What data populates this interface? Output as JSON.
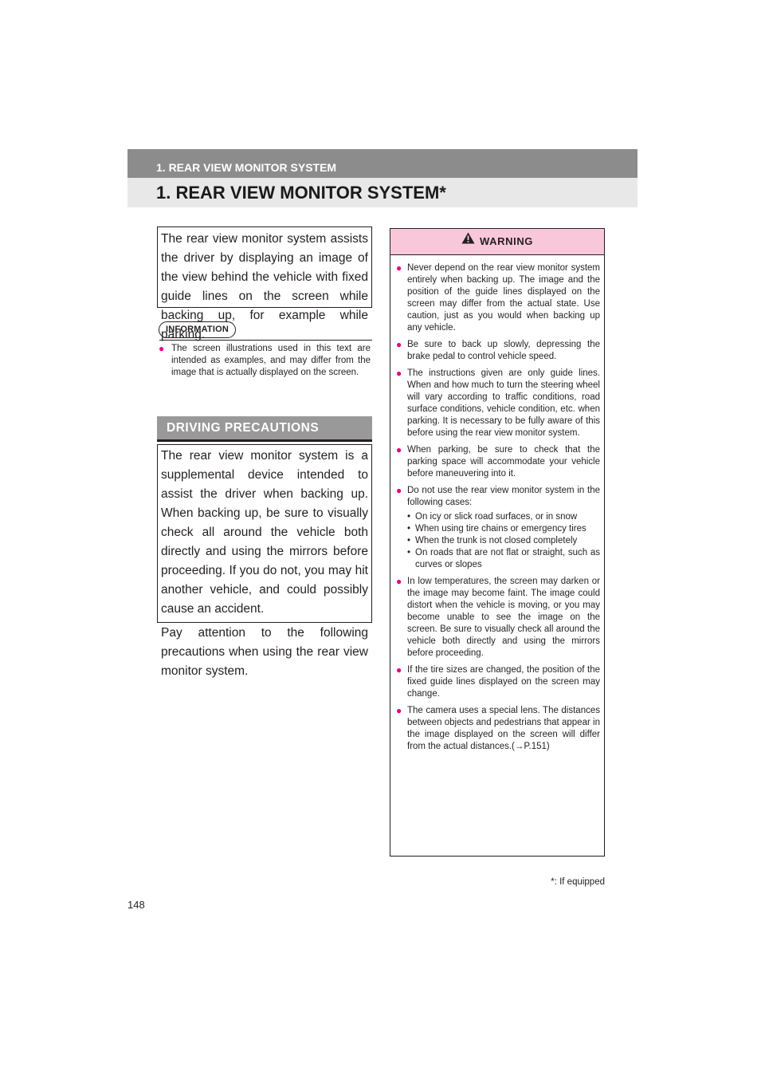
{
  "header": {
    "section": "1. REAR VIEW MONITOR SYSTEM",
    "title": "1. REAR VIEW MONITOR SYSTEM*"
  },
  "intro": "The rear view monitor system assists the driver by displaying an image of the view behind the vehicle with fixed guide lines on the screen while backing up, for example while parking.",
  "information": {
    "label": "INFORMATION",
    "items": [
      "The screen illustrations used in this text are intended as examples, and may differ from the image that is actually displayed on the screen."
    ]
  },
  "driving_precautions": {
    "heading": "DRIVING PRECAUTIONS",
    "paragraphs": [
      "The rear view monitor system is a supplemental device intended to assist the driver when backing up. When backing up, be sure to visually check all around the vehicle both directly and using the mirrors before proceeding. If you do not, you may hit another vehicle, and could possibly cause an accident.",
      "Pay attention to the following precautions when using the rear view monitor system."
    ]
  },
  "warning": {
    "label": "WARNING",
    "items": [
      "Never depend on the rear view monitor system entirely when backing up. The image and the position of the guide lines displayed on the screen may differ from the actual state. Use caution, just as you would when backing up any vehicle.",
      "Be sure to back up slowly, depressing the brake pedal to control vehicle speed.",
      "The instructions given are only guide lines. When and how much to turn the steering wheel will vary according to traffic conditions, road surface conditions, vehicle condition, etc. when parking. It is necessary to be fully aware of this before using the rear view monitor system.",
      "When parking, be sure to check that the parking space will accommodate your vehicle before maneuvering into it.",
      "Do not use the rear view monitor system in the following cases:",
      "In low temperatures, the screen may darken or the image may become faint. The image could distort when the vehicle is moving, or you may become unable to see the image on the screen. Be sure to visually check all around the vehicle both directly and using the mirrors before proceeding.",
      "If the tire sizes are changed, the position of the fixed guide lines displayed on the screen may change.",
      "The camera uses a special lens. The distances between objects and pedestrians that appear in the image displayed on the screen will differ from the actual distances.(→P.151)"
    ],
    "cases": [
      "On icy or slick road surfaces, or in snow",
      "When using tire chains or emergency tires",
      "When the trunk is not closed completely",
      "On roads that are not flat or straight, such as curves or slopes"
    ]
  },
  "footnote": "*: If equipped",
  "page_number": "148"
}
